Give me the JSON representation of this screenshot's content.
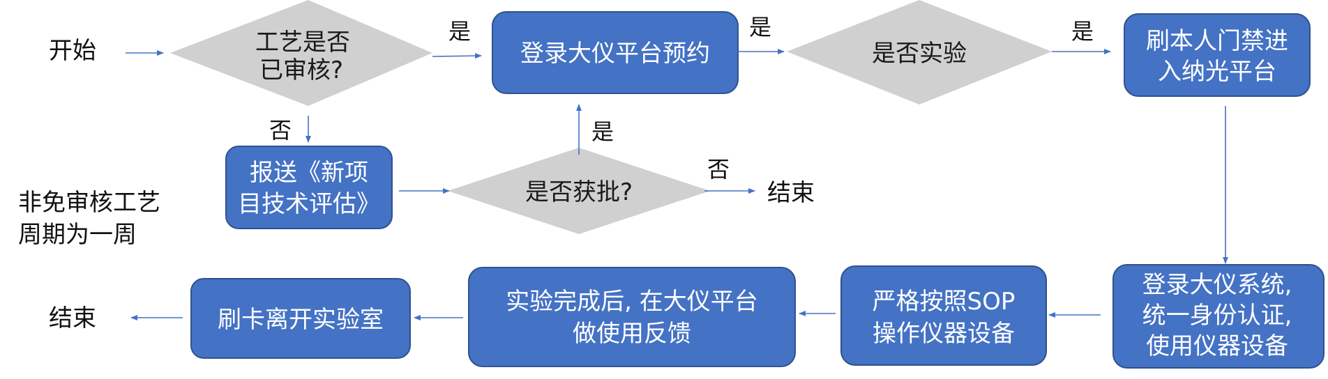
{
  "colors": {
    "box_fill": "#4472c4",
    "box_stroke": "#2f528f",
    "diamond_fill": "#d0d0d0",
    "arrow": "#4472c4"
  },
  "labels": {
    "start": "开始",
    "end_top": "结束",
    "end_bottom": "结束",
    "note_line1": "非免审核工艺",
    "note_line2": "周期为一周"
  },
  "diamonds": {
    "process_reviewed": {
      "line1": "工艺是否",
      "line2": "已审核?"
    },
    "is_experiment": {
      "line1": "是否实验"
    },
    "approved": {
      "line1": "是否获批?"
    }
  },
  "boxes": {
    "book_platform": {
      "line1": "登录大仪平台预约"
    },
    "swipe_card": {
      "line1": "刷本人门禁进",
      "line2": "入纳光平台"
    },
    "submit_evaluation": {
      "line1": "报送《新项",
      "line2": "目技术评估》"
    },
    "login_system": {
      "line1": "登录大仪系统,",
      "line2": "统一身份认证,",
      "line3": "使用仪器设备"
    },
    "operate_sop": {
      "line1": "严格按照SOP",
      "line2": "操作仪器设备"
    },
    "feedback": {
      "line1": "实验完成后, 在大仪平台",
      "line2": "做使用反馈"
    },
    "leave_lab": {
      "line1": "刷卡离开实验室"
    }
  },
  "edges": {
    "yes_to_book": "是",
    "no_to_submit": "否",
    "yes_to_swipe": "是",
    "approved_yes": "是",
    "approved_no": "否",
    "experiment_yes": "是"
  }
}
